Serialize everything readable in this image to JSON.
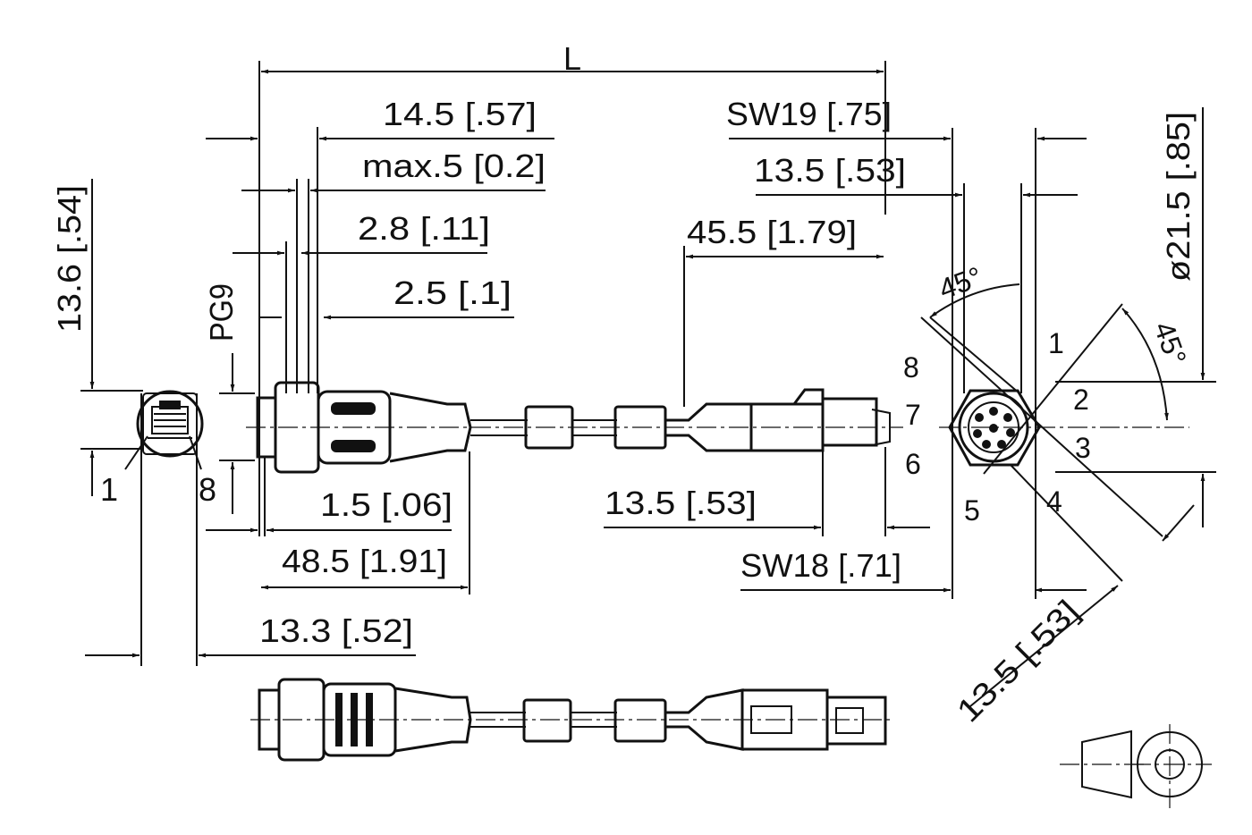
{
  "drawing": {
    "overall_length": "L",
    "dims": {
      "d14_5": "14.5 [.57]",
      "max5": "max.5 [0.2]",
      "d2_8": "2.8 [.11]",
      "d2_5": "2.5 [.1]",
      "pg9": "PG9",
      "d13_6": "13.6 [.54]",
      "d1_5": "1.5 [.06]",
      "d48_5": "48.5 [1.91]",
      "d13_3": "13.3 [.52]",
      "d45_5": "45.5 [1.79]",
      "d13_5_bottom": "13.5 [.53]",
      "sw18": "SW18 [.71]",
      "sw19": "SW19 [.75]",
      "d13_5_top": "13.5 [.53]",
      "angle_top": "45°",
      "dia21_5": "ø21.5 [.85]",
      "angle_right": "45°",
      "d13_5_diag": "13.5 [.53]"
    },
    "rj45_pins": [
      "1",
      "8"
    ],
    "m12_pins": [
      "1",
      "2",
      "3",
      "4",
      "5",
      "6",
      "7",
      "8"
    ]
  }
}
